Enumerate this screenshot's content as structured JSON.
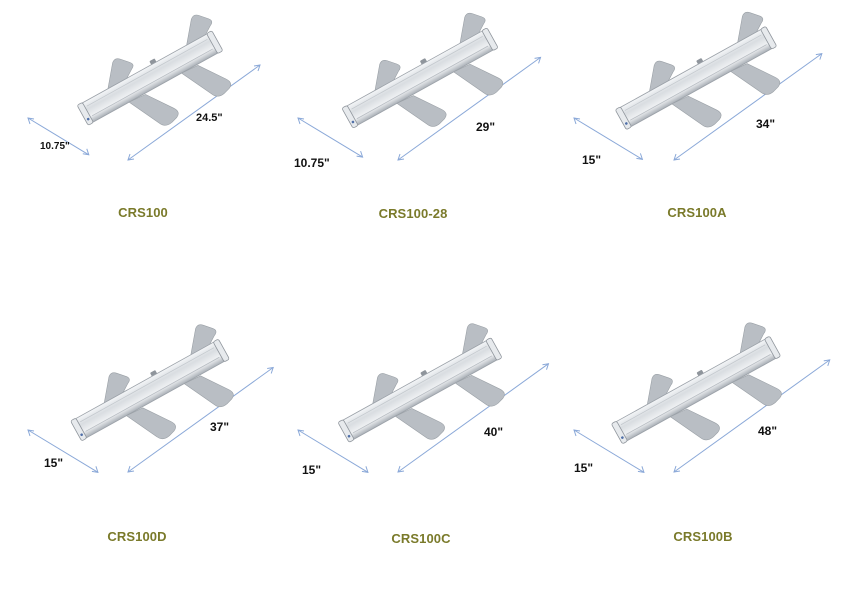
{
  "products": [
    {
      "model": "CRS100",
      "width_label": "24.5\"",
      "depth_label": "10.75\""
    },
    {
      "model": "CRS100-28",
      "width_label": "29\"",
      "depth_label": "10.75\""
    },
    {
      "model": "CRS100A",
      "width_label": "34\"",
      "depth_label": "15\""
    },
    {
      "model": "CRS100D",
      "width_label": "37\"",
      "depth_label": "15\""
    },
    {
      "model": "CRS100C",
      "width_label": "40\"",
      "depth_label": "15\""
    },
    {
      "model": "CRS100B",
      "width_label": "48\"",
      "depth_label": "15\""
    }
  ],
  "colors": {
    "label": "#7a7a2a",
    "dimension_line": "#8aa8d8",
    "aluminum": "#d9dde1",
    "foot": "#b9bec4"
  }
}
